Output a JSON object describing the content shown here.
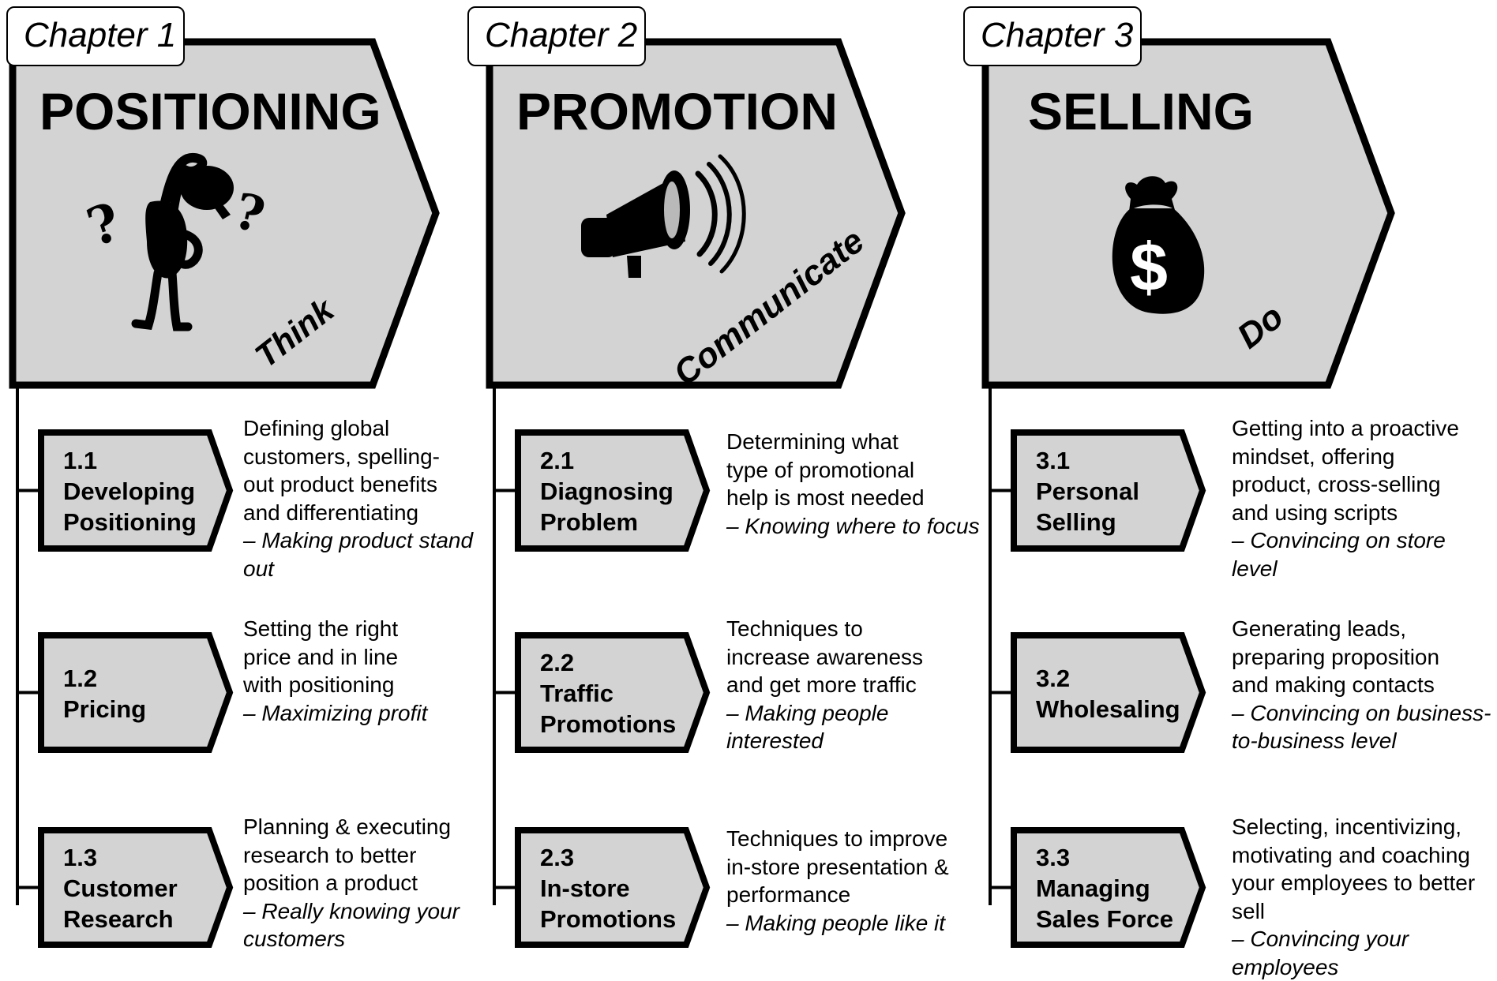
{
  "chapters": [
    {
      "tab": "Chapter 1",
      "title": "POSITIONING",
      "verb": "Think",
      "icon": "confused-person-icon",
      "sections": [
        {
          "number": "1.1",
          "name": [
            "Developing",
            "Positioning"
          ],
          "description": "Defining global\ncustomers, spelling-\nout product benefits\nand differentiating",
          "note": "– Making product stand out"
        },
        {
          "number": "1.2",
          "name": [
            "Pricing"
          ],
          "description": "Setting the right\nprice and in line\nwith positioning",
          "note": "– Maximizing profit"
        },
        {
          "number": "1.3",
          "name": [
            "Customer",
            "Research"
          ],
          "description": "Planning & executing\nresearch to better\nposition a product",
          "note": "– Really knowing your customers"
        }
      ]
    },
    {
      "tab": "Chapter 2",
      "title": "PROMOTION",
      "verb": "Communicate",
      "icon": "megaphone-icon",
      "sections": [
        {
          "number": "2.1",
          "name": [
            "Diagnosing",
            "Problem"
          ],
          "description": "Determining what\ntype of promotional\nhelp is most needed",
          "note": "– Knowing where to focus"
        },
        {
          "number": "2.2",
          "name": [
            "Traffic",
            "Promotions"
          ],
          "description": "Techniques to\nincrease awareness\nand get more traffic",
          "note": "– Making people interested"
        },
        {
          "number": "2.3",
          "name": [
            "In-store",
            "Promotions"
          ],
          "description": "Techniques to improve\nin-store presentation &\nperformance",
          "note": "– Making people like it"
        }
      ]
    },
    {
      "tab": "Chapter 3",
      "title": "SELLING",
      "verb": "Do",
      "icon": "money-bag-icon",
      "sections": [
        {
          "number": "3.1",
          "name": [
            "Personal",
            "Selling"
          ],
          "description": "Getting into a proactive\nmindset, offering\nproduct, cross-selling\nand using scripts",
          "note": "– Convincing on store level"
        },
        {
          "number": "3.2",
          "name": [
            "Wholesaling"
          ],
          "description": "Generating leads,\npreparing proposition\nand making contacts",
          "note": "– Convincing on business-to-business level"
        },
        {
          "number": "3.3",
          "name": [
            "Managing",
            "Sales Force"
          ],
          "description": "Selecting, incentivizing,\nmotivating and coaching\nyour employees to better\nsell",
          "note": "– Convincing your employees"
        }
      ]
    }
  ],
  "colors": {
    "fill": "#d3d3d3",
    "stroke": "#000000",
    "background": "#ffffff"
  }
}
